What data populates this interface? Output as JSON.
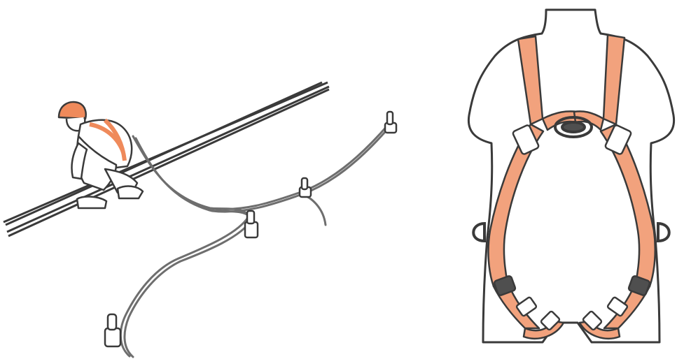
{
  "scene": {
    "left": {
      "subject": "worker-on-beam-with-lanyard",
      "icon": "worker-illustration"
    },
    "right": {
      "subject": "full-body-harness-on-torso",
      "icon": "harness-illustration"
    }
  },
  "colors": {
    "background": "#ffffff",
    "outline": "#3a3a3a",
    "harness_orange": "#f2a27d",
    "harness_dark": "#4f4f4f",
    "helmet": "#ef8a5b"
  }
}
